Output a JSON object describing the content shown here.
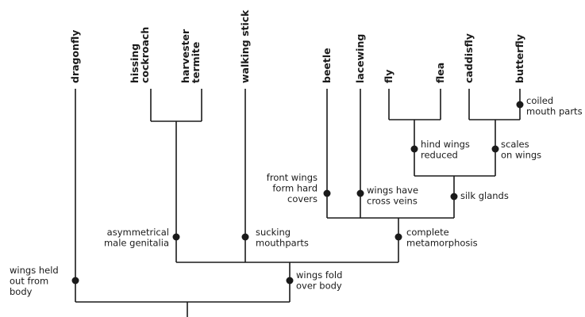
{
  "taxa": {
    "dragonfly": [
      "dragonfly"
    ],
    "hissing_cockroach": [
      "hissing",
      "cockroach"
    ],
    "harvester_termite": [
      "harvester",
      "termite"
    ],
    "walking_stick": [
      "walking stick"
    ],
    "beetle": [
      "beetle"
    ],
    "lacewing": [
      "lacewing"
    ],
    "fly": [
      "fly"
    ],
    "flea": [
      "flea"
    ],
    "caddisfly": [
      "caddisfly"
    ],
    "butterfly": [
      "butterfly"
    ]
  },
  "traits": {
    "wings_held_out": [
      "wings held",
      "out from",
      "body"
    ],
    "wings_fold": [
      "wings fold",
      "over body"
    ],
    "asymmetrical_genitalia": [
      "asymmetrical",
      "male genitalia"
    ],
    "sucking_mouthparts": [
      "sucking",
      "mouthparts"
    ],
    "complete_metamorphosis": [
      "complete",
      "metamorphosis"
    ],
    "front_wings_hard": [
      "front wings",
      "form hard",
      "covers"
    ],
    "cross_veins": [
      "wings have",
      "cross veins"
    ],
    "silk_glands": [
      "silk glands"
    ],
    "hind_wings_reduced": [
      "hind wings",
      "reduced"
    ],
    "scales_on_wings": [
      "scales",
      "on wings"
    ],
    "coiled_mouth_parts": [
      "coiled",
      "mouth parts"
    ]
  }
}
